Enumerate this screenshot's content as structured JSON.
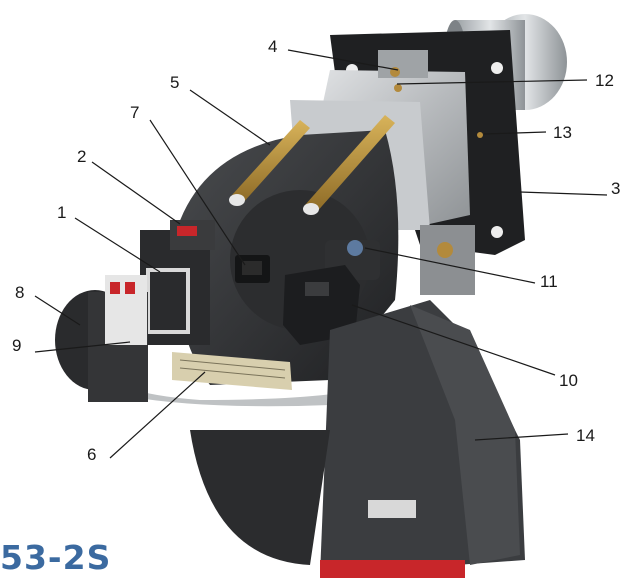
{
  "callouts": [
    {
      "id": "1",
      "text": "1"
    },
    {
      "id": "2",
      "text": "2"
    },
    {
      "id": "3",
      "text": "3"
    },
    {
      "id": "4",
      "text": "4"
    },
    {
      "id": "5",
      "text": "5"
    },
    {
      "id": "6",
      "text": "6"
    },
    {
      "id": "7",
      "text": "7"
    },
    {
      "id": "8",
      "text": "8"
    },
    {
      "id": "9",
      "text": "9"
    },
    {
      "id": "10",
      "text": "10"
    },
    {
      "id": "11",
      "text": "11"
    },
    {
      "id": "12",
      "text": "12"
    },
    {
      "id": "13",
      "text": "13"
    },
    {
      "id": "14",
      "text": "14"
    }
  ],
  "model_label": "53-2S",
  "colors": {
    "body_dark": "#2e2f31",
    "housing_silver": "#b9bcbf",
    "flange_black": "#222224",
    "brass": "#b38a3c",
    "red_accent": "#c8262a",
    "label_blue": "#3b6aa0"
  }
}
